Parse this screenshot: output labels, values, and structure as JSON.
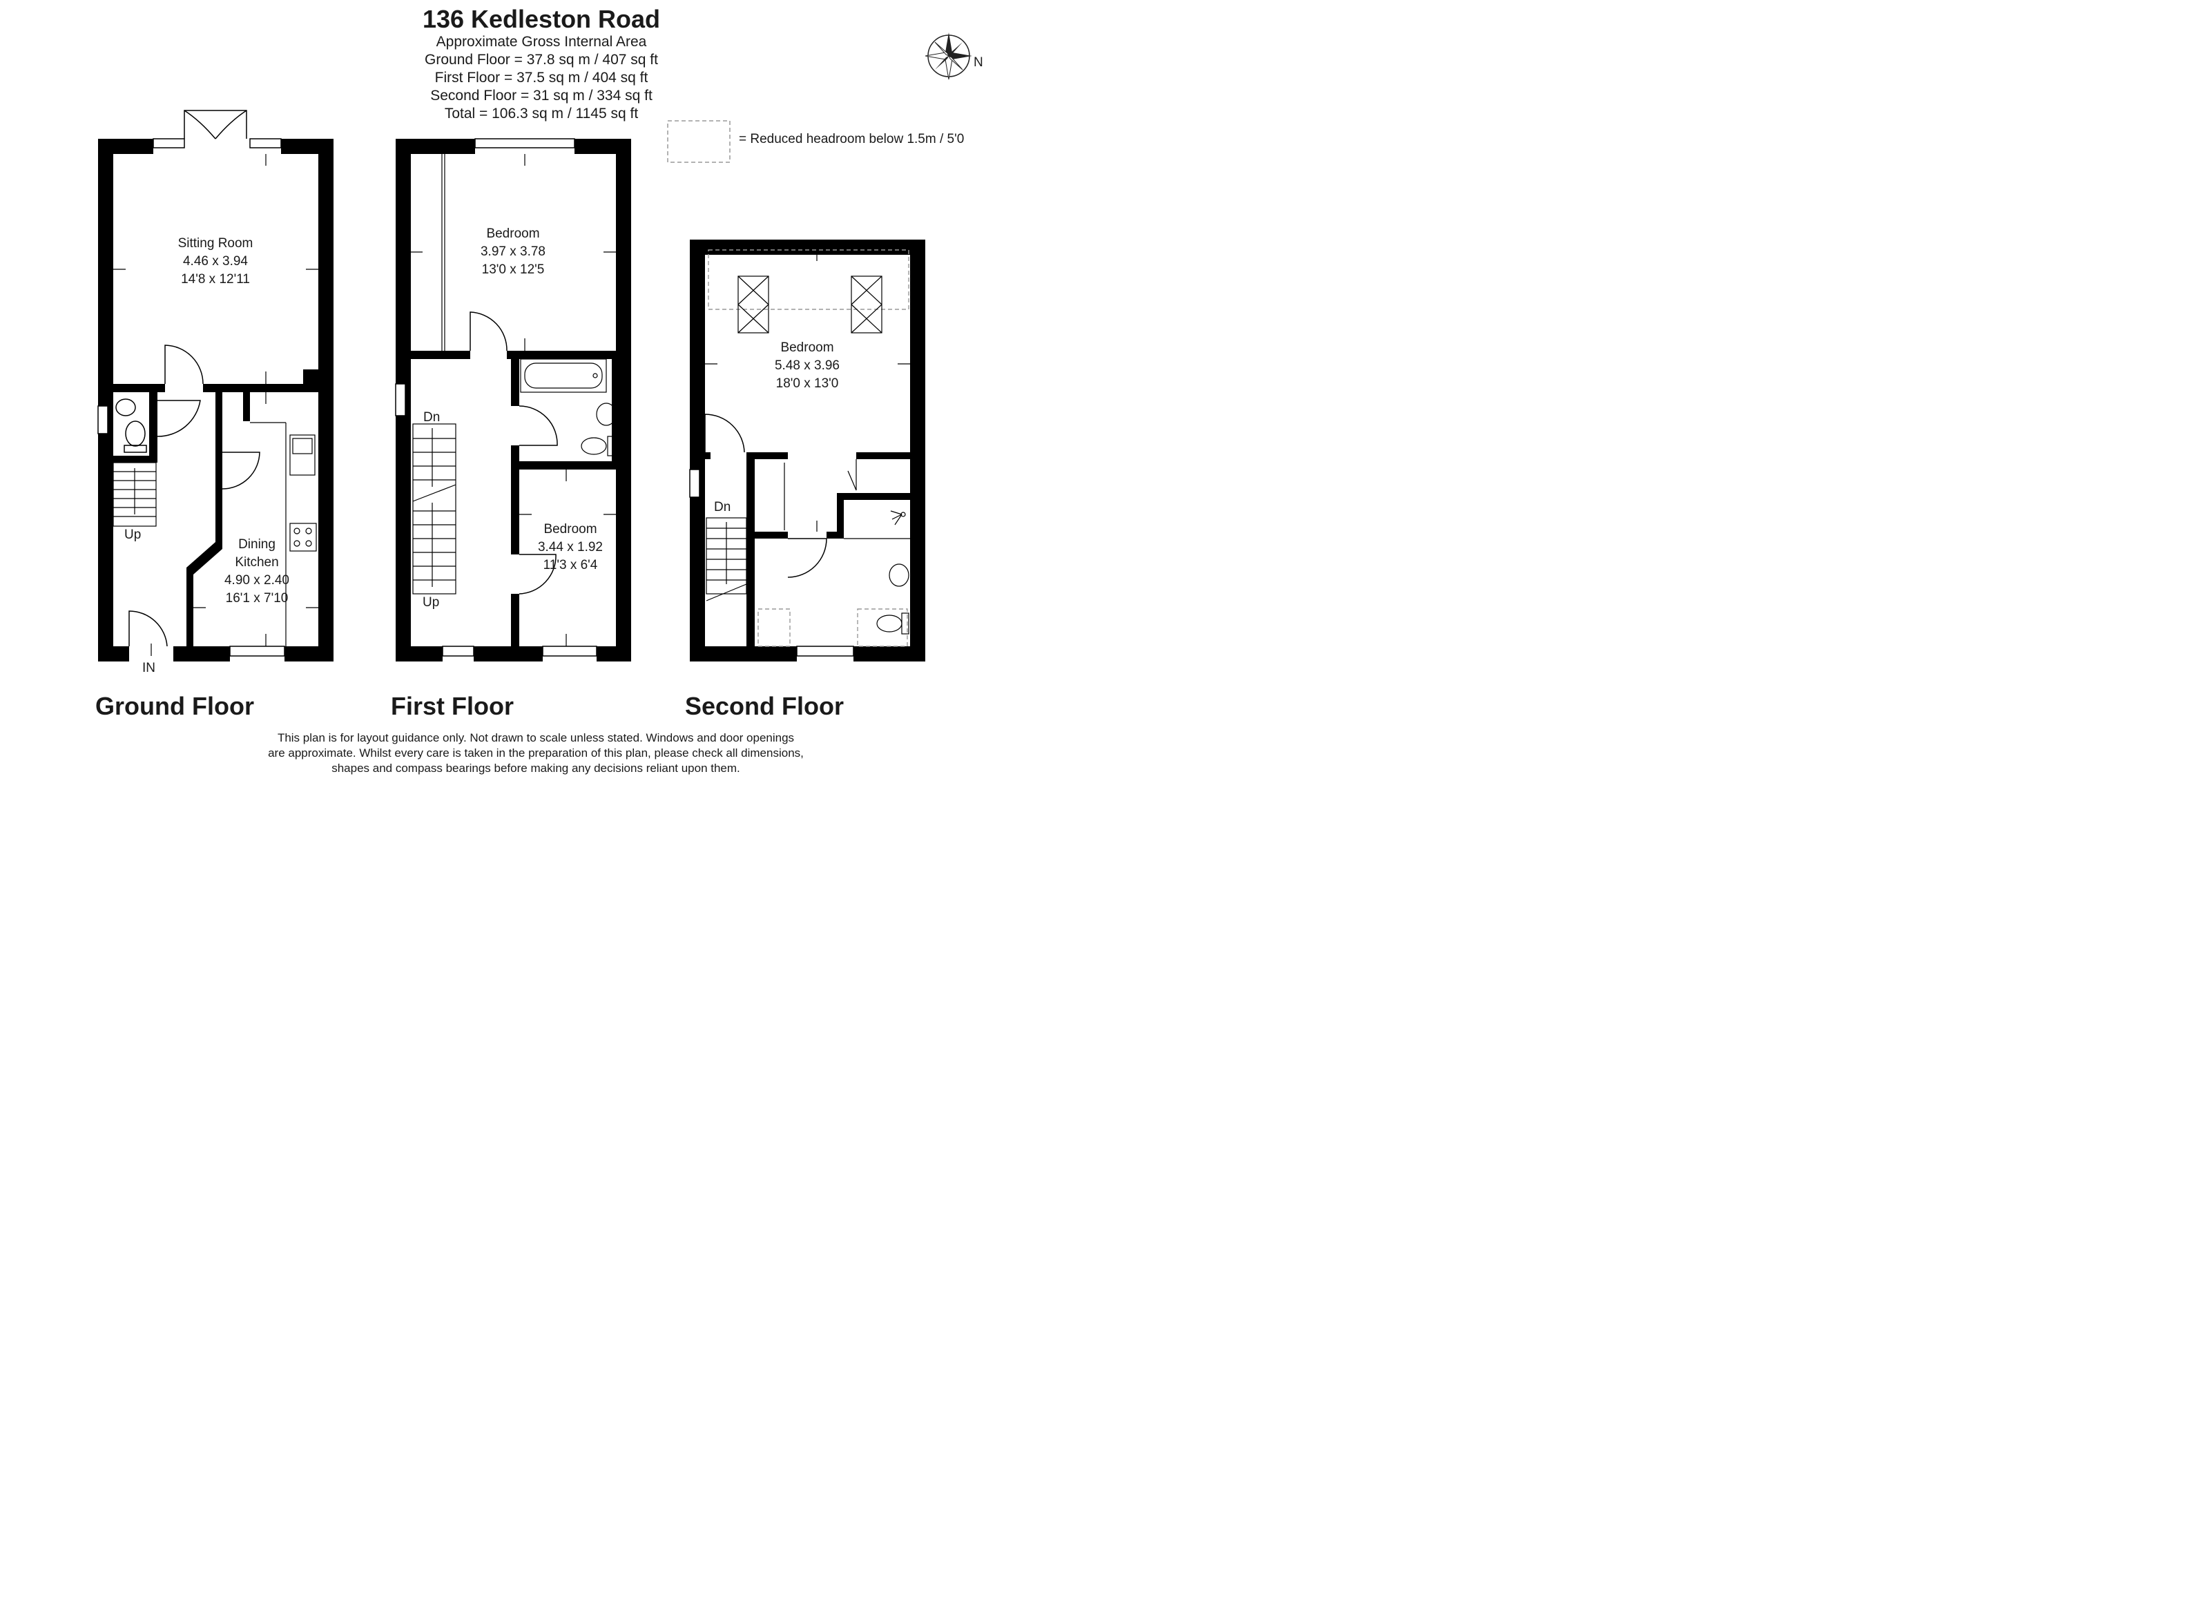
{
  "header": {
    "title": "136 Kedleston Road",
    "subtitle": "Approximate Gross Internal Area",
    "areas": [
      "Ground Floor = 37.8 sq m / 407 sq ft",
      "First Floor = 37.5 sq m / 404 sq ft",
      "Second Floor = 31 sq m / 334 sq ft",
      "Total = 106.3 sq m / 1145 sq ft"
    ]
  },
  "legend": {
    "text": "= Reduced headroom below 1.5m / 5'0"
  },
  "compass": {
    "label": "N",
    "icon": "compass-rose-icon"
  },
  "floors": {
    "ground": {
      "label": "Ground Floor",
      "rooms": [
        {
          "name": "Sitting Room",
          "dims_m": "4.46 x 3.94",
          "dims_ft": "14'8 x 12'11"
        },
        {
          "name": "Dining",
          "name2": "Kitchen",
          "dims_m": "4.90 x 2.40",
          "dims_ft": "16'1 x 7'10"
        }
      ],
      "stairs_label": "Up",
      "entrance_label": "IN"
    },
    "first": {
      "label": "First Floor",
      "rooms": [
        {
          "name": "Bedroom",
          "dims_m": "3.97 x 3.78",
          "dims_ft": "13'0 x 12'5"
        },
        {
          "name": "Bedroom",
          "dims_m": "3.44 x 1.92",
          "dims_ft": "11'3 x 6'4"
        }
      ],
      "stairs_down": "Dn",
      "stairs_up": "Up"
    },
    "second": {
      "label": "Second Floor",
      "rooms": [
        {
          "name": "Bedroom",
          "dims_m": "5.48 x 3.96",
          "dims_ft": "18'0 x 13'0"
        }
      ],
      "stairs_down": "Dn"
    }
  },
  "disclaimer": [
    "This plan is for layout guidance only. Not drawn to scale unless stated. Windows and door openings",
    "are approximate. Whilst every care is taken in the preparation of this plan, please check all dimensions,",
    "shapes and compass bearings before making any decisions reliant upon them."
  ],
  "colors": {
    "wall": "#000000",
    "line": "#333333",
    "dashed": "#999999"
  }
}
